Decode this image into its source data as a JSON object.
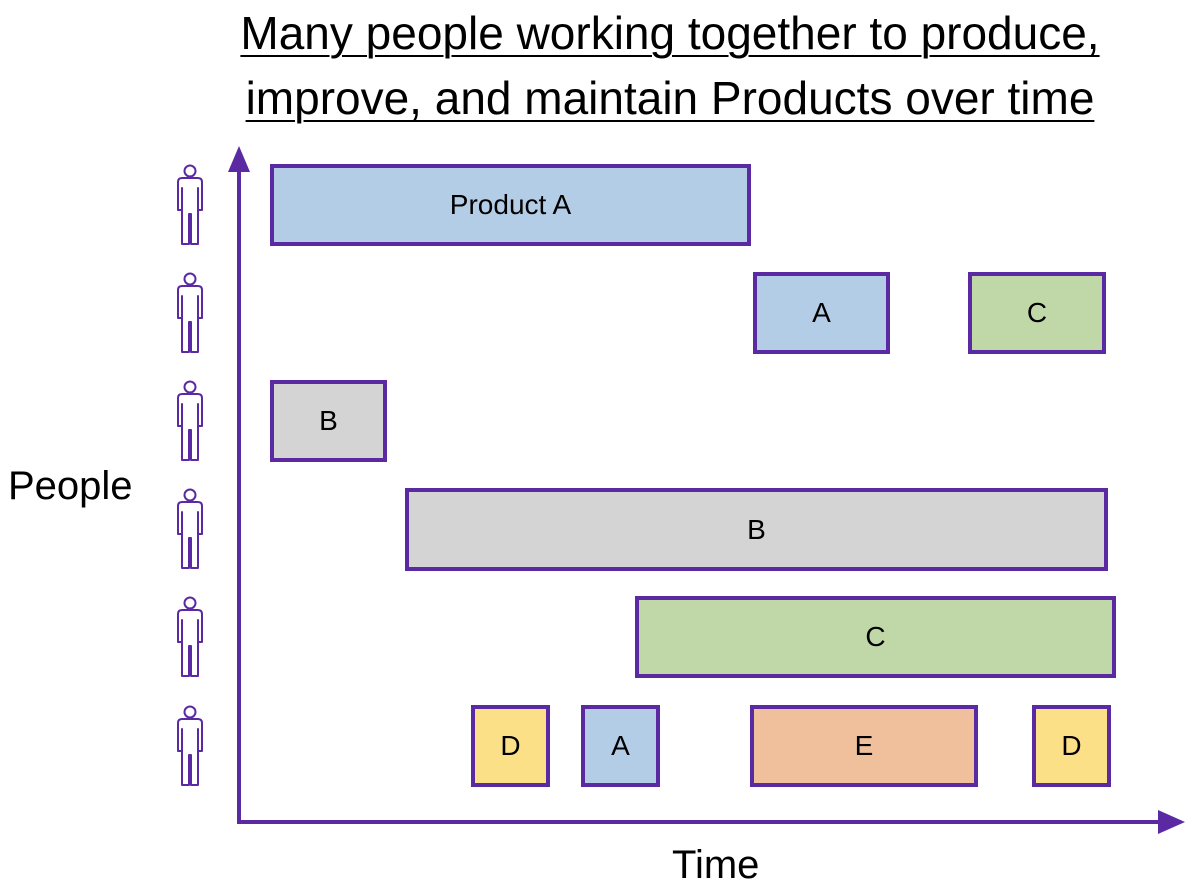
{
  "title_line1": "Many people working together to produce,",
  "title_line2": "improve, and maintain Products over time",
  "y_axis_label": "People",
  "x_axis_label": "Time",
  "person_icon": "person-outline-icon",
  "colors": {
    "axis": "#5b2aa3",
    "border": "#5b2aa3",
    "product_a": "#b4cde6",
    "product_b": "#d4d4d4",
    "product_c": "#c0d8a8",
    "product_d": "#fbe088",
    "product_e": "#efc09b"
  },
  "rows": [
    {
      "bars": [
        {
          "label": "Product A",
          "product": "A"
        }
      ]
    },
    {
      "bars": [
        {
          "label": "A",
          "product": "A"
        },
        {
          "label": "C",
          "product": "C"
        }
      ]
    },
    {
      "bars": [
        {
          "label": "B",
          "product": "B"
        }
      ]
    },
    {
      "bars": [
        {
          "label": "B",
          "product": "B"
        }
      ]
    },
    {
      "bars": [
        {
          "label": "C",
          "product": "C"
        }
      ]
    },
    {
      "bars": [
        {
          "label": "D",
          "product": "D"
        },
        {
          "label": "A",
          "product": "A"
        },
        {
          "label": "E",
          "product": "E"
        },
        {
          "label": "D",
          "product": "D"
        }
      ]
    }
  ]
}
